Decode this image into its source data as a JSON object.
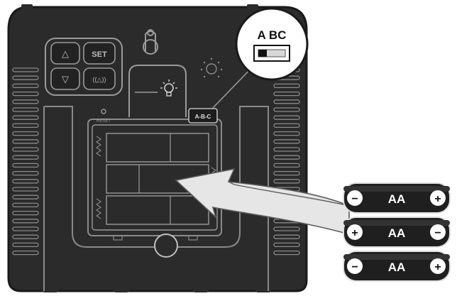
{
  "buttons": {
    "up": "△",
    "set": "SET",
    "down": "▽",
    "alarm": "((△))"
  },
  "reset_label": "RESET",
  "switch": {
    "callout_label": "A BC",
    "device_label": "A-B-C"
  },
  "batteries": [
    {
      "label": "AA",
      "left_terminal": "−",
      "right_terminal": "+"
    },
    {
      "label": "AA",
      "left_terminal": "+",
      "right_terminal": "−"
    },
    {
      "label": "AA",
      "left_terminal": "−",
      "right_terminal": "+"
    }
  ],
  "colors": {
    "device_body": "#2b2b2b",
    "device_outline": "#1a1a1a",
    "line_art": "#9a9a9a",
    "battery_body": "#1f1f1f",
    "arrow_fill": "#e6e6e6"
  },
  "icons": {
    "hang_hole": "keyhole-icon",
    "backlight": "lightbulb-icon",
    "sensor": "sensor-icon"
  }
}
